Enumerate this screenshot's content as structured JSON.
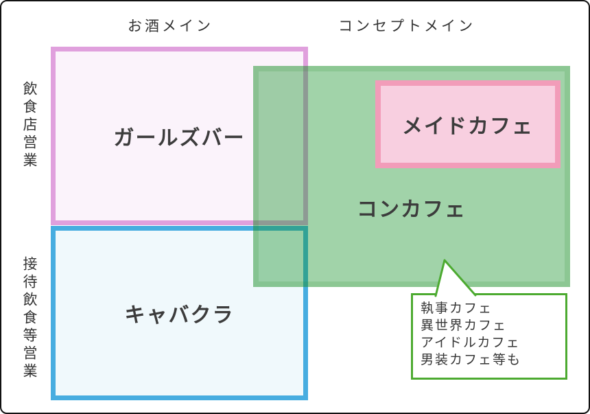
{
  "axis": {
    "top_left": "お酒メイン",
    "top_right": "コンセプトメイン",
    "left_top": "飲食店営業",
    "left_bottom": "接待飲食等営業"
  },
  "boxes": {
    "girls_bar": "ガールズバー",
    "kyabakura": "キャバクラ",
    "concafe": "コンカフェ",
    "maid_cafe": "メイドカフェ"
  },
  "bubble": {
    "lines": [
      "執事カフェ",
      "異世界カフェ",
      "アイドルカフェ",
      "男装カフェ等も"
    ]
  },
  "colors": {
    "girls_bar_border": "#e0a0dd",
    "girls_bar_fill": "#fbf3fb",
    "kyabakura_border": "#47ade0",
    "kyabakura_fill": "#f0f9fc",
    "concafe_border": "#8bc794",
    "concafe_fill": "#a5d3aa",
    "maid_cafe_border": "#f29cb9",
    "maid_cafe_fill": "#f8cfe0",
    "bubble_border": "#4caa30",
    "label_text": "#3c3c3c",
    "frame": "#111111"
  }
}
